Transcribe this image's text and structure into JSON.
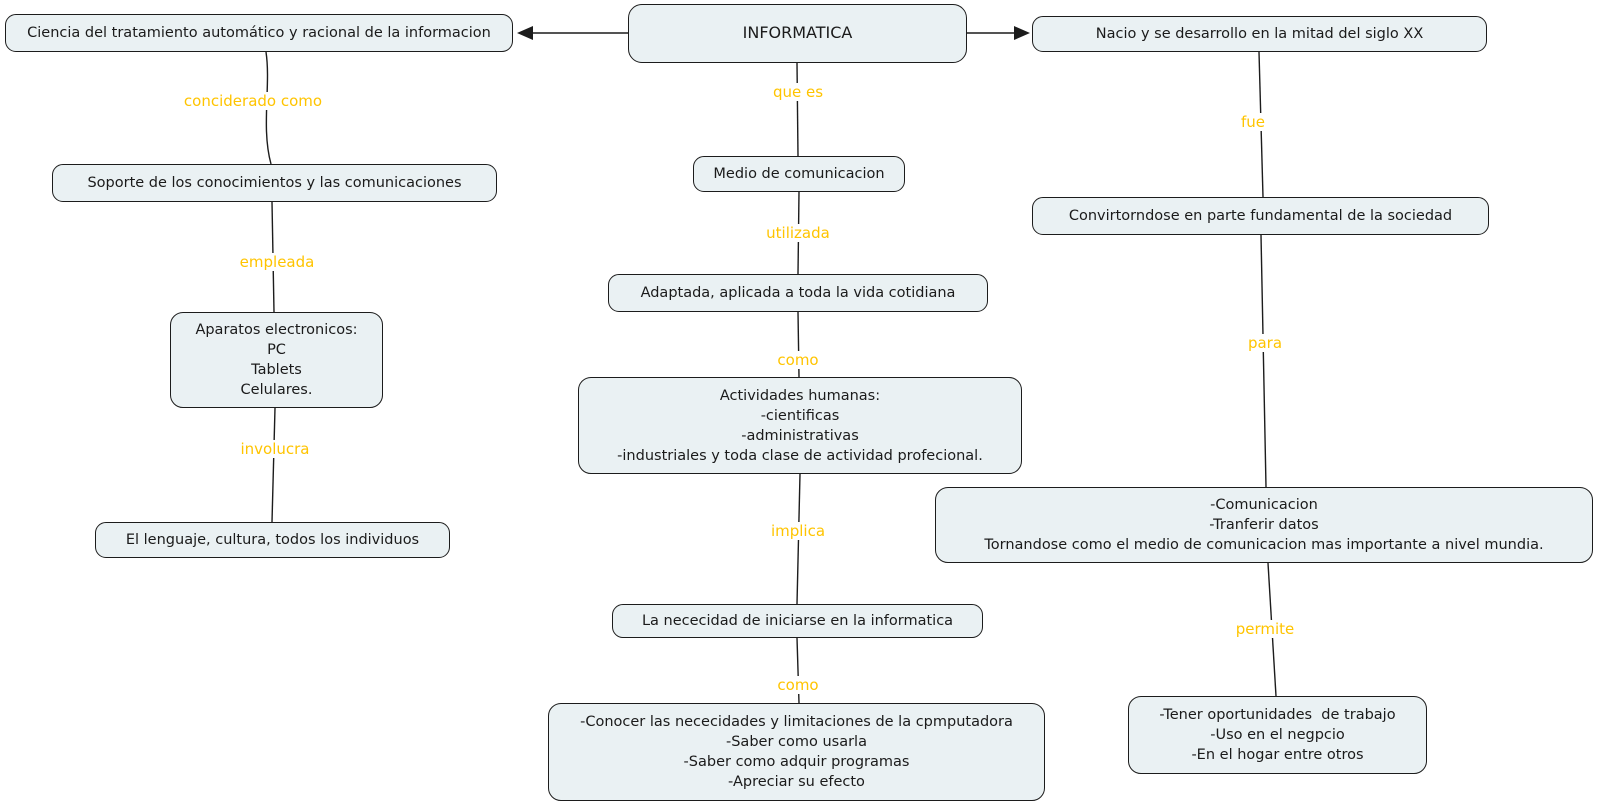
{
  "title": "INFORMATICA",
  "colors": {
    "node_fill": "#eaf1f3",
    "node_border": "#1c1c1c",
    "link_label": "#ffc400",
    "connector": "#1c1c1c",
    "background": "#ffffff"
  },
  "nodes": {
    "informatica": "INFORMATICA",
    "ciencia": "Ciencia del tratamiento automático y racional de la informacion",
    "nacio": "Nacio y se desarrollo en la mitad del siglo XX",
    "soporte": "Soporte de los conocimientos y las comunicaciones",
    "aparatos": "Aparatos electronicos:\nPC\nTablets\nCelulares.",
    "lenguaje": "El lenguaje, cultura, todos los individuos",
    "medio": "Medio de comunicacion",
    "adaptada": "Adaptada, aplicada a toda la vida cotidiana",
    "actividades": "Actividades humanas:\n-cientificas\n-administrativas\n-industriales y toda clase de actividad profecional.",
    "nececidad": "La nececidad de iniciarse en la informatica",
    "conocer": "-Conocer las nececidades y limitaciones de la cpmputadora\n-Saber como usarla\n-Saber como adquir programas\n-Apreciar su efecto",
    "convirtiendose": "Convirtorndose en parte fundamental de la sociedad",
    "comunicacion": "-Comunicacion\n-Tranferir datos\nTornandose como el medio de comunicacion mas importante a nivel mundia.",
    "oportunidades": "-Tener oportunidades  de trabajo\n-Uso en el negpcio\n-En el hogar entre otros"
  },
  "labels": {
    "conciderado": "conciderado como",
    "que_es": "que es",
    "fue": "fue",
    "empleada": "empleada",
    "utilizada": "utilizada",
    "como1": "como",
    "implica": "implica",
    "como2": "como",
    "para": "para",
    "permite": "permite",
    "involucra": "involucra"
  }
}
